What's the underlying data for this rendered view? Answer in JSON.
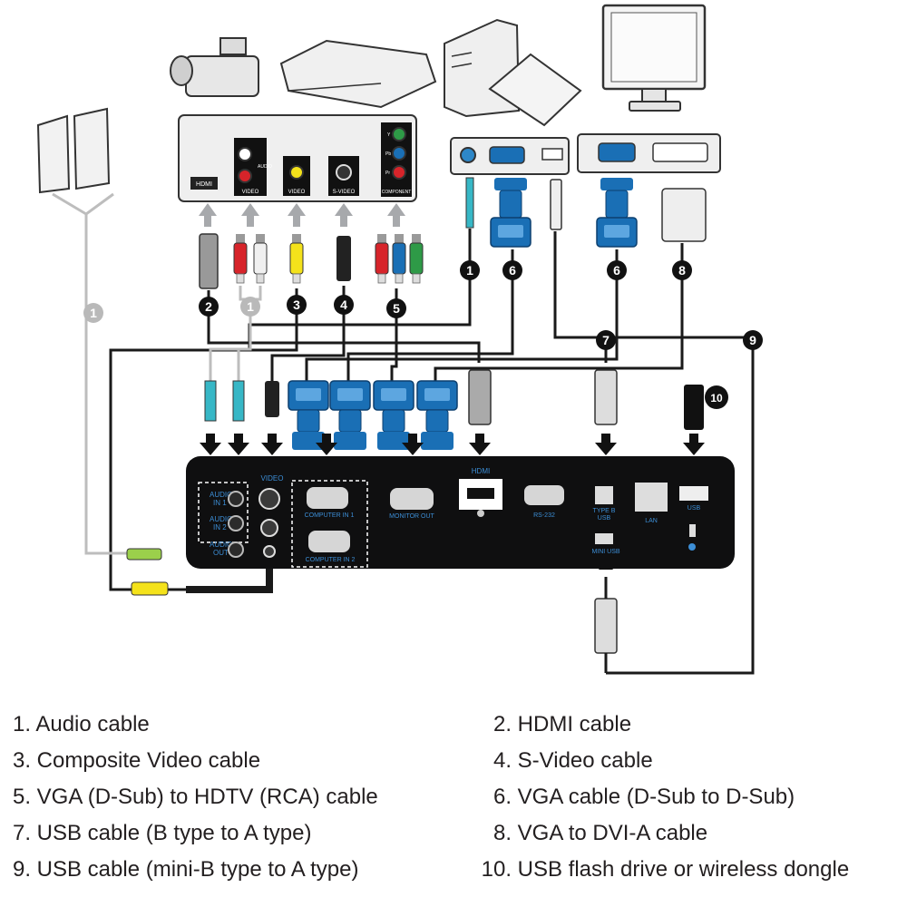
{
  "source_panel": {
    "hdmi": "HDMI",
    "audio": "AUDIO",
    "video_white": "VIDEO",
    "video_yellow": "VIDEO",
    "s_video": "S-VIDEO",
    "component": "COMPONENT",
    "comp_y": "Y",
    "comp_pb": "Pb",
    "comp_pr": "Pr"
  },
  "projector": {
    "audio_in_1": [
      "AUDIO",
      "IN 1"
    ],
    "audio_in_2": [
      "AUDIO",
      "IN 2"
    ],
    "audio_out": [
      "AUDIO",
      "OUT"
    ],
    "video": "VIDEO",
    "computer_in_1": "COMPUTER IN 1",
    "computer_in_2": "COMPUTER IN 2",
    "monitor_out": "MONITOR OUT",
    "hdmi": "HDMI",
    "rs232": "RS-232",
    "type_b_usb": [
      "TYPE B",
      "USB"
    ],
    "mini_usb": "MINI USB",
    "lan": "LAN",
    "usb": "USB"
  },
  "callouts": [
    "1",
    "2",
    "1",
    "3",
    "4",
    "5",
    "1",
    "6",
    "6",
    "8",
    "7",
    "9",
    "10"
  ],
  "legend": [
    {
      "num": "1.",
      "text": "Audio cable"
    },
    {
      "num": "2.",
      "text": "HDMI cable"
    },
    {
      "num": "3.",
      "text": "Composite Video cable"
    },
    {
      "num": "4.",
      "text": "S-Video cable"
    },
    {
      "num": "5.",
      "text": "VGA (D-Sub) to HDTV (RCA) cable"
    },
    {
      "num": "6.",
      "text": "VGA cable (D-Sub to D-Sub)"
    },
    {
      "num": "7.",
      "text": "USB cable (B type to A type)"
    },
    {
      "num": "8.",
      "text": "VGA to DVI-A cable"
    },
    {
      "num": "9.",
      "text": "USB cable (mini-B type to A type)"
    },
    {
      "num": "10.",
      "text": "USB flash drive or wireless dongle"
    }
  ],
  "colors": {
    "panel": "#0f0f10",
    "label_blue": "#3c8ed6",
    "vga_blue": "#1a6fb5",
    "cable": "#1a1a1a",
    "callout_grey": "#b9b9b9",
    "arrow_grey": "#a7a9ac",
    "rca_red": "#d7242a",
    "rca_yellow": "#f4e21b",
    "rca_green": "#2e9a47",
    "jack_teal": "#37b7c6"
  }
}
